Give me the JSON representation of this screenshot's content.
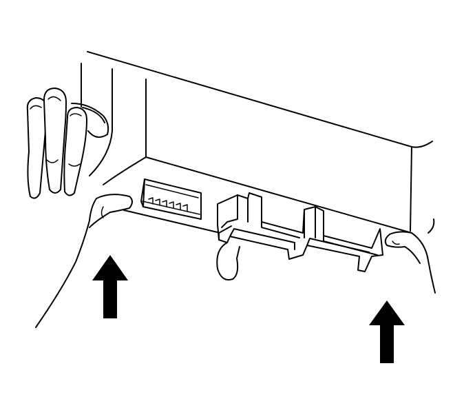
{
  "diagram": {
    "subject": "module-removal-illustration",
    "arrows": [
      {
        "direction": "up"
      },
      {
        "direction": "up"
      }
    ],
    "colors": {
      "line": "#000000",
      "background": "#ffffff"
    }
  }
}
